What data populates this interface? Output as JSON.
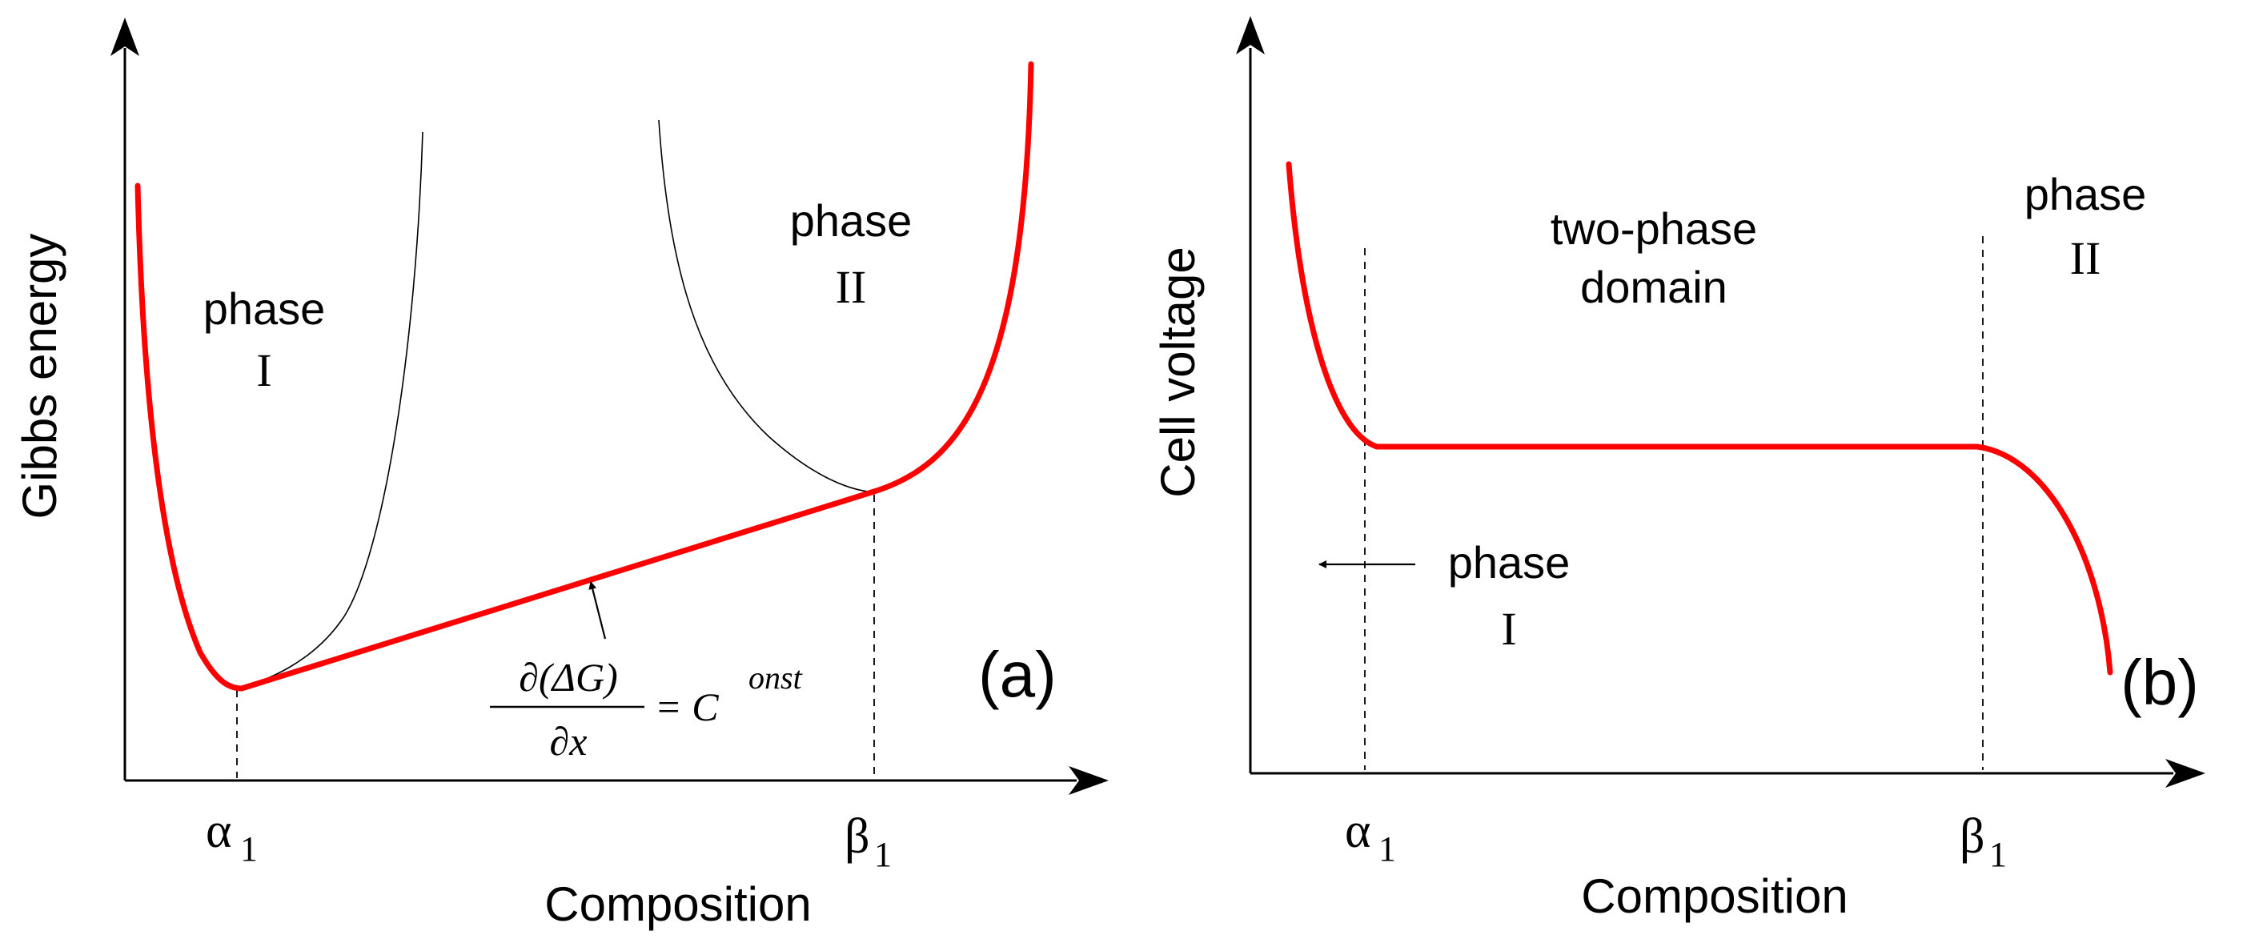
{
  "colors": {
    "curve": "#ff0000",
    "ink": "#000000",
    "background": "#ffffff"
  },
  "panel_a": {
    "ylabel": "Gibbs energy",
    "xlabel": "Composition",
    "tag": "(a)",
    "phase1_word": "phase",
    "phase1_num": "I",
    "phase2_word": "phase",
    "phase2_num": "II",
    "tick_alpha": "α",
    "tick_alpha_sub": "1",
    "tick_beta": "β",
    "tick_beta_sub": "1",
    "eq_numerator": "∂(ΔG)",
    "eq_denominator": "∂x",
    "eq_rhs": "= C",
    "eq_rhs_sup": "onst"
  },
  "panel_b": {
    "ylabel": "Cell voltage",
    "xlabel": "Composition",
    "tag": "(b)",
    "domain_line1": "two-phase",
    "domain_line2": "domain",
    "phase1_word": "phase",
    "phase1_num": "I",
    "phase2_word": "phase",
    "phase2_num": "II",
    "tick_alpha": "α",
    "tick_alpha_sub": "1",
    "tick_beta": "β",
    "tick_beta_sub": "1"
  }
}
